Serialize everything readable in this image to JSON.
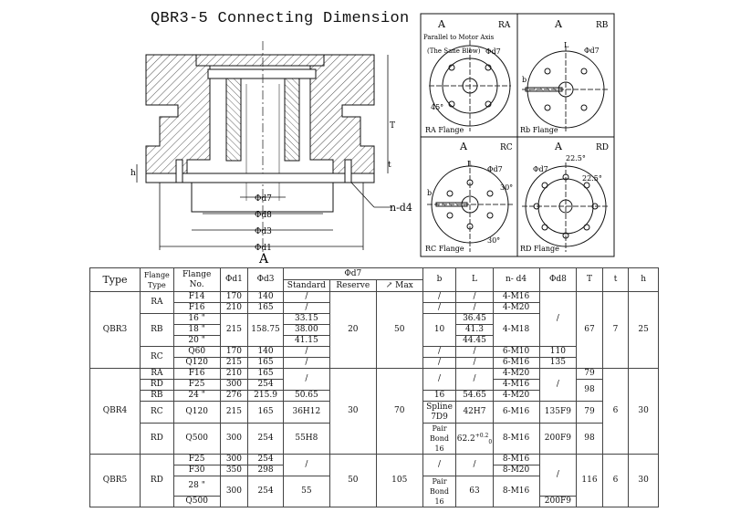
{
  "title": "QBR3-5 Connecting Dimension",
  "section_view": {
    "labels": {
      "d7": "Φd7",
      "d8": "Φd8",
      "d3": "Φd3",
      "d1": "Φd1",
      "nd4": "n-d4",
      "h": "h",
      "t": "t",
      "T": "T",
      "view": "A"
    }
  },
  "flanges": {
    "ra": {
      "corner": "A",
      "code": "RA",
      "note1": "Parallel to Motor Axis",
      "note2": "(The Sane Blow)",
      "d7": "Φd7",
      "angle": "45°",
      "caption": "RA Flange"
    },
    "rb": {
      "corner": "A",
      "code": "RB",
      "d7": "Φd7",
      "L": "L",
      "b": "b",
      "caption": "Rb Flange"
    },
    "rc": {
      "corner": "A",
      "code": "RC",
      "d7": "Φd7",
      "L": "L",
      "b": "b",
      "a1": "30°",
      "a2": "30°",
      "caption": "RC Flange"
    },
    "rd": {
      "corner": "A",
      "code": "RD",
      "d7": "Φd7",
      "a1": "22.5°",
      "a2": "22.5°",
      "caption": "RD Flange"
    }
  },
  "table": {
    "headers": {
      "type": "Type",
      "flange_type": "Flange\nType",
      "flange_no": "Flange No.",
      "d1": "Φd1",
      "d3": "Φd3",
      "d7": "Φd7",
      "standard": "Standard",
      "reserve": "Reserve",
      "max": "↗ Max",
      "b": "b",
      "L": "L",
      "nd4": "n- d4",
      "d8": "Φd8",
      "T": "T",
      "t": "t",
      "h": "h"
    },
    "qbr3": {
      "type": "QBR3",
      "T": "67",
      "t": "7",
      "h": "25",
      "reserve": "20",
      "max": "50",
      "d8_mid": "/",
      "ra": {
        "ft": "RA",
        "rows": [
          {
            "no": "F14",
            "d1": "170",
            "d3": "140",
            "std": "/",
            "b": "/",
            "L": "/",
            "nd4": "4-M16"
          },
          {
            "no": "F16",
            "d1": "210",
            "d3": "165",
            "std": "/",
            "b": "/",
            "L": "/",
            "nd4": "4-M20"
          }
        ]
      },
      "rb": {
        "ft": "RB",
        "d1": "215",
        "d3": "158.75",
        "b": "10",
        "nd4": "4-M18",
        "rows": [
          {
            "no": "16 \"",
            "std": "33.15",
            "L": "36.45"
          },
          {
            "no": "18 \"",
            "std": "38.00",
            "L": "41.3"
          },
          {
            "no": "20 \"",
            "std": "41.15",
            "L": "44.45"
          }
        ]
      },
      "rc": {
        "ft": "RC",
        "rows": [
          {
            "no": "Q60",
            "d1": "170",
            "d3": "140",
            "std": "/",
            "b": "/",
            "L": "/",
            "nd4": "6-M10",
            "d8": "110"
          },
          {
            "no": "Q120",
            "d1": "215",
            "d3": "165",
            "std": "/",
            "b": "/",
            "L": "/",
            "nd4": "6-M16",
            "d8": "135"
          }
        ]
      }
    },
    "qbr4": {
      "type": "QBR4",
      "t": "6",
      "h": "30",
      "reserve": "30",
      "max": "70",
      "std_top": "/",
      "bl_top": "/",
      "L_top": "/",
      "d8_top": "/",
      "ra": {
        "ft": "RA",
        "no": "F16",
        "d1": "210",
        "d3": "165",
        "nd4": "4-M20",
        "T": "79"
      },
      "rd": {
        "ft": "RD",
        "no": "F25",
        "d1": "300",
        "d3": "254",
        "nd4": "4-M16",
        "T": "98"
      },
      "rb": {
        "ft": "RB",
        "no": "24 \"",
        "d1": "276",
        "d3": "215.9",
        "std": "50.65",
        "b": "16",
        "L": "54.65",
        "nd4": "4-M20"
      },
      "rc": {
        "ft": "RC",
        "no": "Q120",
        "d1": "215",
        "d3": "165",
        "std": "36H12",
        "b1": "Spline",
        "b2": "7D9",
        "L": "42H7",
        "nd4": "6-M16",
        "d8": "135F9",
        "T": "79"
      },
      "rd2": {
        "ft": "RD",
        "no": "Q500",
        "d1": "300",
        "d3": "254",
        "std": "55H8",
        "b1": "Pair Bond",
        "b2": "16",
        "L": "62.2",
        "L_sup": "+0.2",
        "L_sub": "0",
        "nd4": "8-M16",
        "d8": "200F9",
        "T": "98"
      }
    },
    "qbr5": {
      "type": "QBR5",
      "ft": "RD",
      "std_top": "/",
      "std_mid": "55",
      "reserve": "50",
      "max": "105",
      "b_top": "/",
      "L_top": "/",
      "b1": "Pair Bond",
      "b2": "16",
      "L": "63",
      "nd4_low": "8-M16",
      "d8_mid": "/",
      "d8_low": "200F9",
      "T": "116",
      "t": "6",
      "h": "30",
      "rows": [
        {
          "no": "F25",
          "d1": "300",
          "d3": "254",
          "nd4": "8-M16"
        },
        {
          "no": "F30",
          "d1": "350",
          "d3": "298",
          "nd4": "8-M20"
        },
        {
          "no": "28 \"",
          "d1": "300",
          "d3": "254"
        },
        {
          "no": "Q500"
        }
      ]
    }
  }
}
